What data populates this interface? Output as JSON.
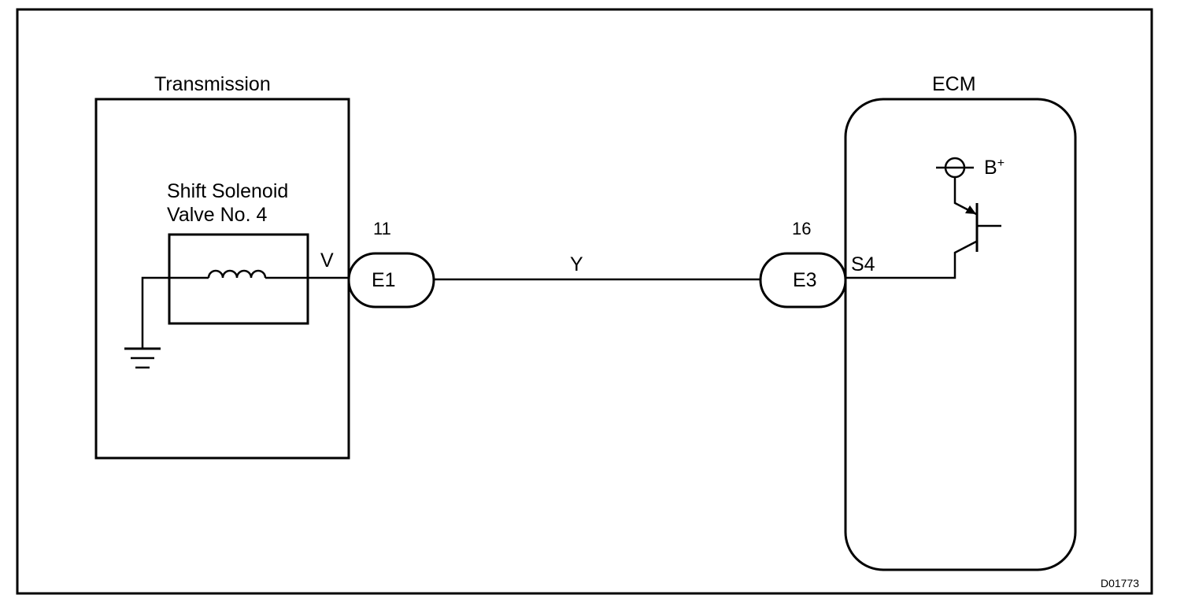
{
  "diagram_id": "D01773",
  "transmission": {
    "title": "Transmission",
    "solenoid_label_line1": "Shift Solenoid",
    "solenoid_label_line2": "Valve No. 4",
    "wire_color_inside": "V"
  },
  "connector_e1": {
    "name": "E1",
    "pin": "11"
  },
  "harness_wire": {
    "color": "Y"
  },
  "connector_e3": {
    "name": "E3",
    "pin": "16"
  },
  "ecm": {
    "title": "ECM",
    "terminal": "S4",
    "supply_label": "B",
    "supply_superscript": "+"
  }
}
